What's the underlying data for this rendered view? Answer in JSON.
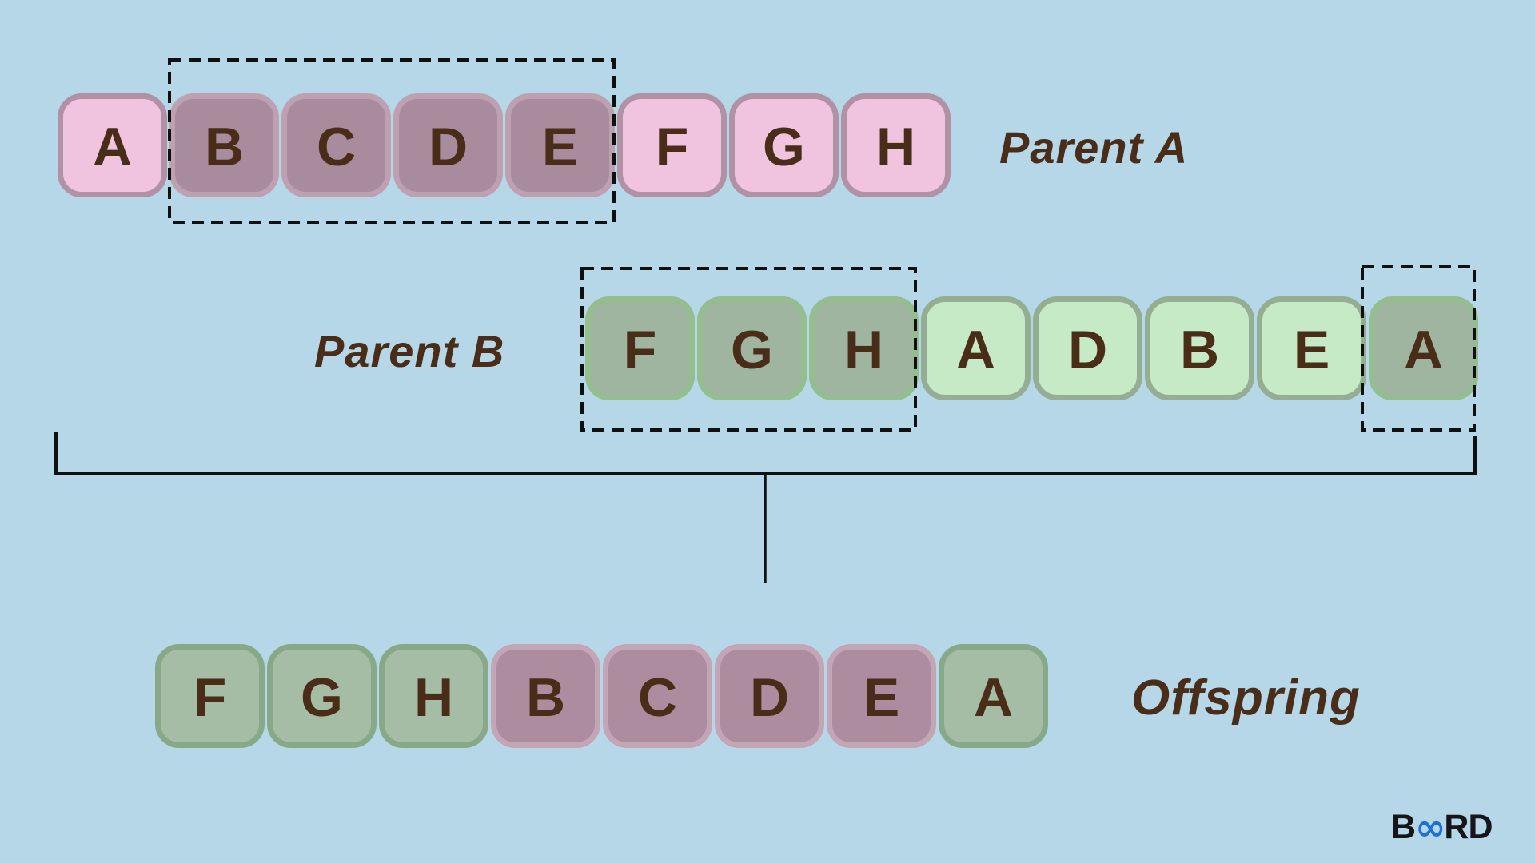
{
  "title": "Order crossover diagram",
  "colors": {
    "background": "#b6d7e8",
    "letter_ink": "#4a2d18",
    "annotation": "#101010",
    "logo_dark": "#16161a",
    "logo_blue": "#1e72d2"
  },
  "variants": {
    "pink": {
      "fill": "#f0c3df",
      "border": "#b191a4"
    },
    "mauve": {
      "fill": "#a98b9e",
      "border": "#bda1b1"
    },
    "mauve_offspring": {
      "fill": "#ad8ca0",
      "border": "#c3a5b5"
    },
    "green_dark": {
      "fill": "#9fb59f",
      "border": "#94bd90"
    },
    "green_light": {
      "fill": "#c6e9c6",
      "border": "#93ae93"
    },
    "green_offspring": {
      "fill": "#a5bca5",
      "border": "#87a987"
    }
  },
  "rows": {
    "parent_a": {
      "label": "Parent A",
      "tiles": [
        {
          "letter": "A",
          "variant": "pink"
        },
        {
          "letter": "B",
          "variant": "mauve"
        },
        {
          "letter": "C",
          "variant": "mauve"
        },
        {
          "letter": "D",
          "variant": "mauve"
        },
        {
          "letter": "E",
          "variant": "mauve"
        },
        {
          "letter": "F",
          "variant": "pink"
        },
        {
          "letter": "G",
          "variant": "pink"
        },
        {
          "letter": "H",
          "variant": "pink"
        }
      ]
    },
    "parent_b": {
      "label": "Parent B",
      "tiles": [
        {
          "letter": "F",
          "variant": "green_dark"
        },
        {
          "letter": "G",
          "variant": "green_dark"
        },
        {
          "letter": "H",
          "variant": "green_dark"
        },
        {
          "letter": "A",
          "variant": "green_light"
        },
        {
          "letter": "D",
          "variant": "green_light"
        },
        {
          "letter": "B",
          "variant": "green_light"
        },
        {
          "letter": "E",
          "variant": "green_light"
        },
        {
          "letter": "A",
          "variant": "green_dark"
        }
      ]
    },
    "offspring": {
      "label": "Offspring",
      "tiles": [
        {
          "letter": "F",
          "variant": "green_offspring"
        },
        {
          "letter": "G",
          "variant": "green_offspring"
        },
        {
          "letter": "H",
          "variant": "green_offspring"
        },
        {
          "letter": "B",
          "variant": "mauve_offspring"
        },
        {
          "letter": "C",
          "variant": "mauve_offspring"
        },
        {
          "letter": "D",
          "variant": "mauve_offspring"
        },
        {
          "letter": "E",
          "variant": "mauve_offspring"
        },
        {
          "letter": "A",
          "variant": "green_offspring"
        }
      ]
    }
  },
  "selections": [
    {
      "row": "parent_a",
      "tiles": [
        "B",
        "C",
        "D",
        "E"
      ]
    },
    {
      "row": "parent_b",
      "tiles": [
        "F",
        "G",
        "H"
      ]
    },
    {
      "row": "parent_b",
      "tiles": [
        "A"
      ],
      "position": "last"
    }
  ],
  "logo": {
    "prefix": "B",
    "infinity": "∞",
    "suffix": "RD"
  }
}
